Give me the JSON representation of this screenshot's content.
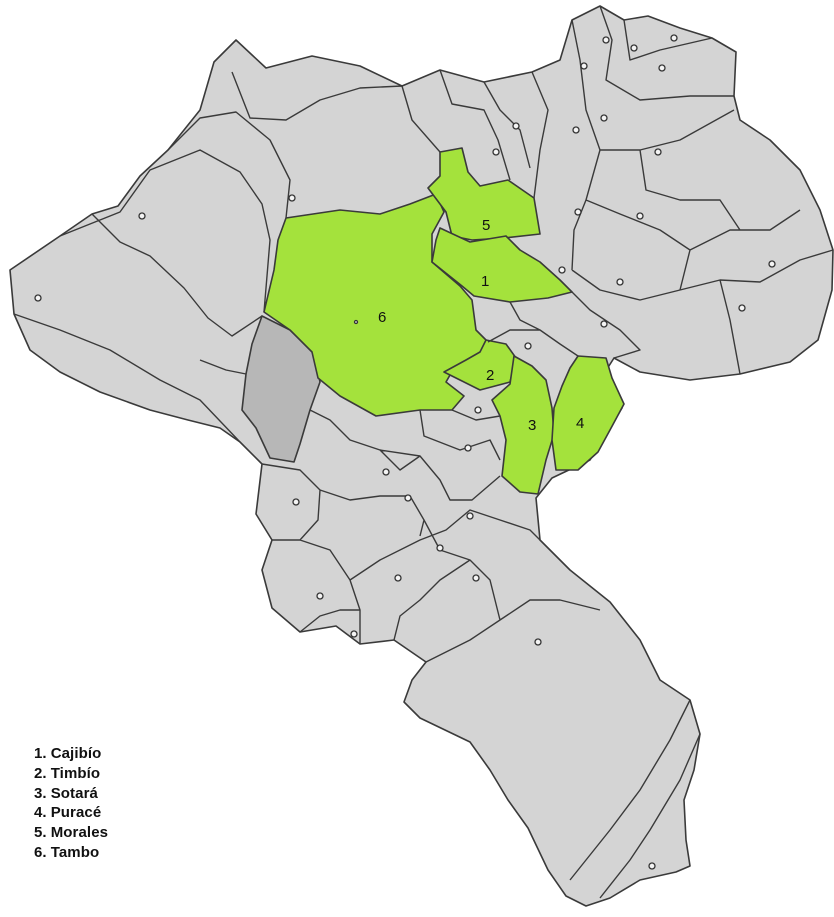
{
  "colors": {
    "background": "#ffffff",
    "region_default": "#d4d4d4",
    "region_highlight": "#a4e23c",
    "region_shaded": "#b7b7b7",
    "border": "#3a3a3a"
  },
  "map": {
    "highlighted_labels": [
      "1",
      "2",
      "3",
      "4",
      "5",
      "6"
    ],
    "shaded_regions": 1
  },
  "legend": {
    "items": [
      {
        "num": "1.",
        "name": "Cajibío"
      },
      {
        "num": "2.",
        "name": "Timbío"
      },
      {
        "num": "3.",
        "name": "Sotará"
      },
      {
        "num": "4.",
        "name": "Puracé"
      },
      {
        "num": "5.",
        "name": "Morales"
      },
      {
        "num": "6.",
        "name": "Tambo"
      }
    ]
  }
}
